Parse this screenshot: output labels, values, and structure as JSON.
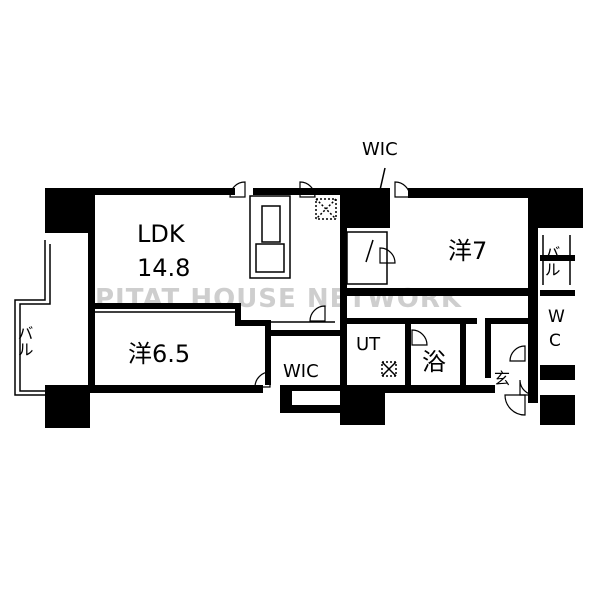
{
  "floorplan": {
    "watermark": "PITAT HOUSE NETWORK",
    "rooms": {
      "ldk_name": "LDK",
      "ldk_size": "14.8",
      "western_65": "洋6.5",
      "western_7": "洋7",
      "wic_top": "WIC",
      "wic_bottom": "WIC",
      "ut": "UT",
      "bath": "浴",
      "entrance": "玄",
      "wc_w": "W",
      "wc_c": "C",
      "balcony_left": "バル",
      "balcony_right": "バル"
    }
  }
}
